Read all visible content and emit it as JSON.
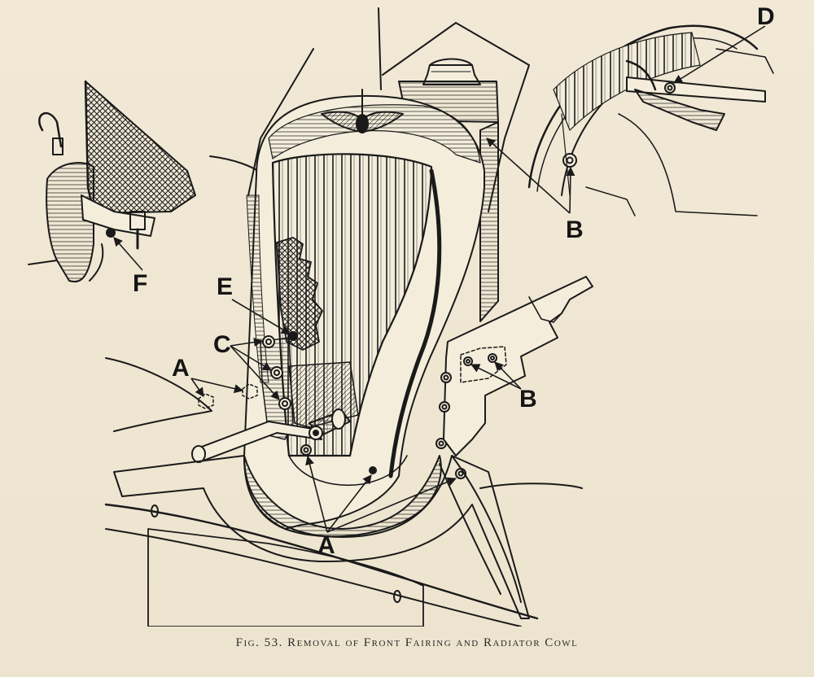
{
  "figure": {
    "caption": "Fig. 53. Removal of Front Fairing and Radiator Cowl"
  },
  "labels": {
    "a_left": "A",
    "a_bottom": "A",
    "b_top": "B",
    "b_right": "B",
    "c": "C",
    "d": "D",
    "e": "E",
    "f": "F"
  },
  "colors": {
    "ink": "#1a1a1a",
    "paper": "#efe7d4"
  }
}
